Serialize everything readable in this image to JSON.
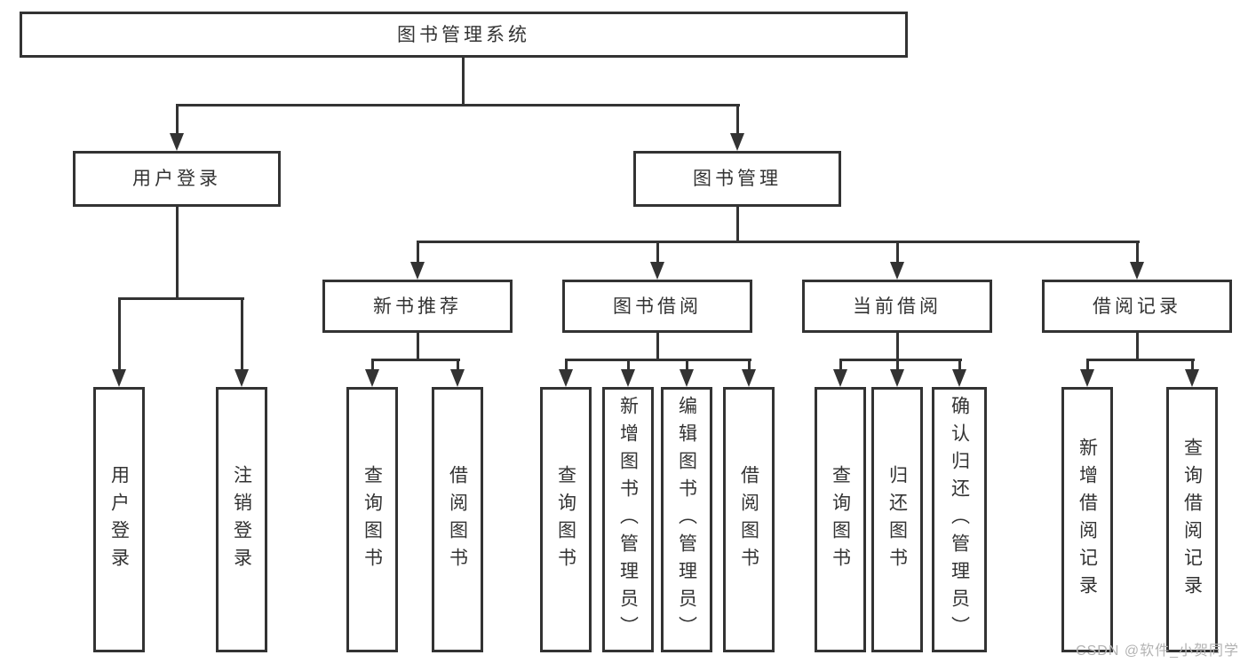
{
  "diagram": {
    "type": "hierarchy-tree",
    "root": {
      "label": "图书管理系统"
    },
    "branches": [
      {
        "label": "用户登录",
        "children": [
          {
            "label": "用户登录"
          },
          {
            "label": "注销登录"
          }
        ]
      },
      {
        "label": "图书管理",
        "children": [
          {
            "label": "新书推荐",
            "children": [
              {
                "label": "查询图书"
              },
              {
                "label": "借阅图书"
              }
            ]
          },
          {
            "label": "图书借阅",
            "children": [
              {
                "label": "查询图书"
              },
              {
                "label": "新增图书（管理员）"
              },
              {
                "label": "编辑图书（管理员）"
              },
              {
                "label": "借阅图书"
              }
            ]
          },
          {
            "label": "当前借阅",
            "children": [
              {
                "label": "查询图书"
              },
              {
                "label": "归还图书"
              },
              {
                "label": "确认归还（管理员）"
              }
            ]
          },
          {
            "label": "借阅记录",
            "children": [
              {
                "label": "新增借阅记录"
              },
              {
                "label": "查询借阅记录"
              }
            ]
          }
        ]
      }
    ]
  },
  "colors": {
    "line": "#333333",
    "text": "#333333",
    "background": "#ffffff",
    "watermark": "#b3b3b3"
  },
  "watermark": {
    "text": "CSDN @软件_小贺同学"
  }
}
